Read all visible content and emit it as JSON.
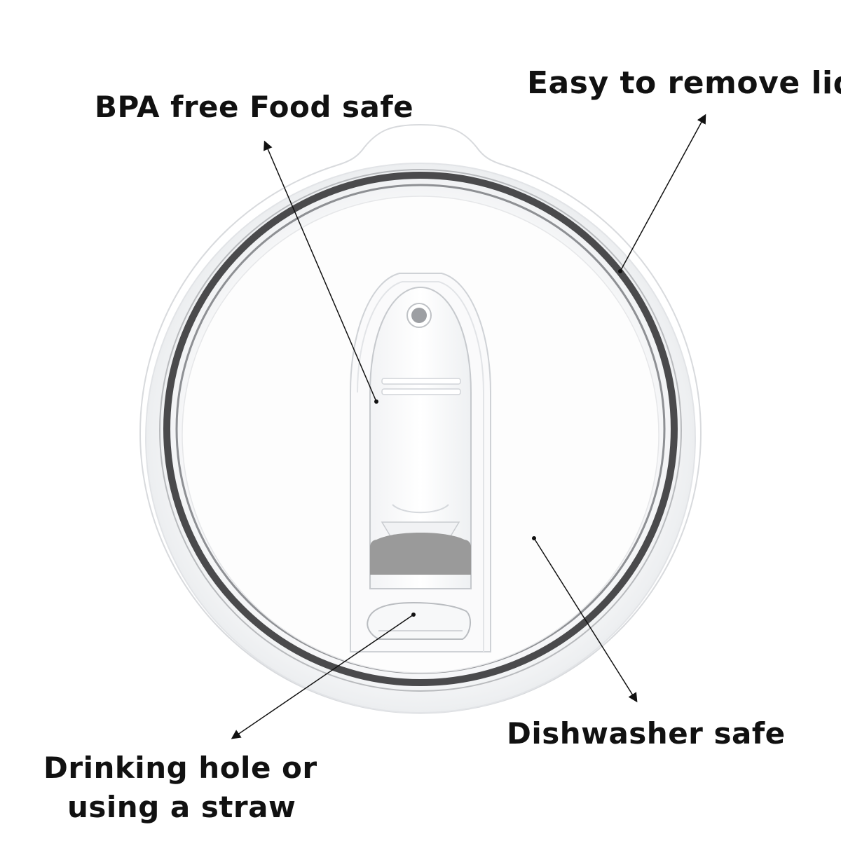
{
  "callouts": {
    "bpa": "BPA free Food safe",
    "remove": "Easy to remove lid",
    "dishwasher": "Dishwasher safe",
    "drinking_line1": "Drinking hole or",
    "drinking_line2": "using a straw"
  },
  "colors": {
    "background": "#ffffff",
    "lid_rim": "#4a4a4c",
    "slider_gray": "#9a9a9a",
    "text": "#111111"
  }
}
